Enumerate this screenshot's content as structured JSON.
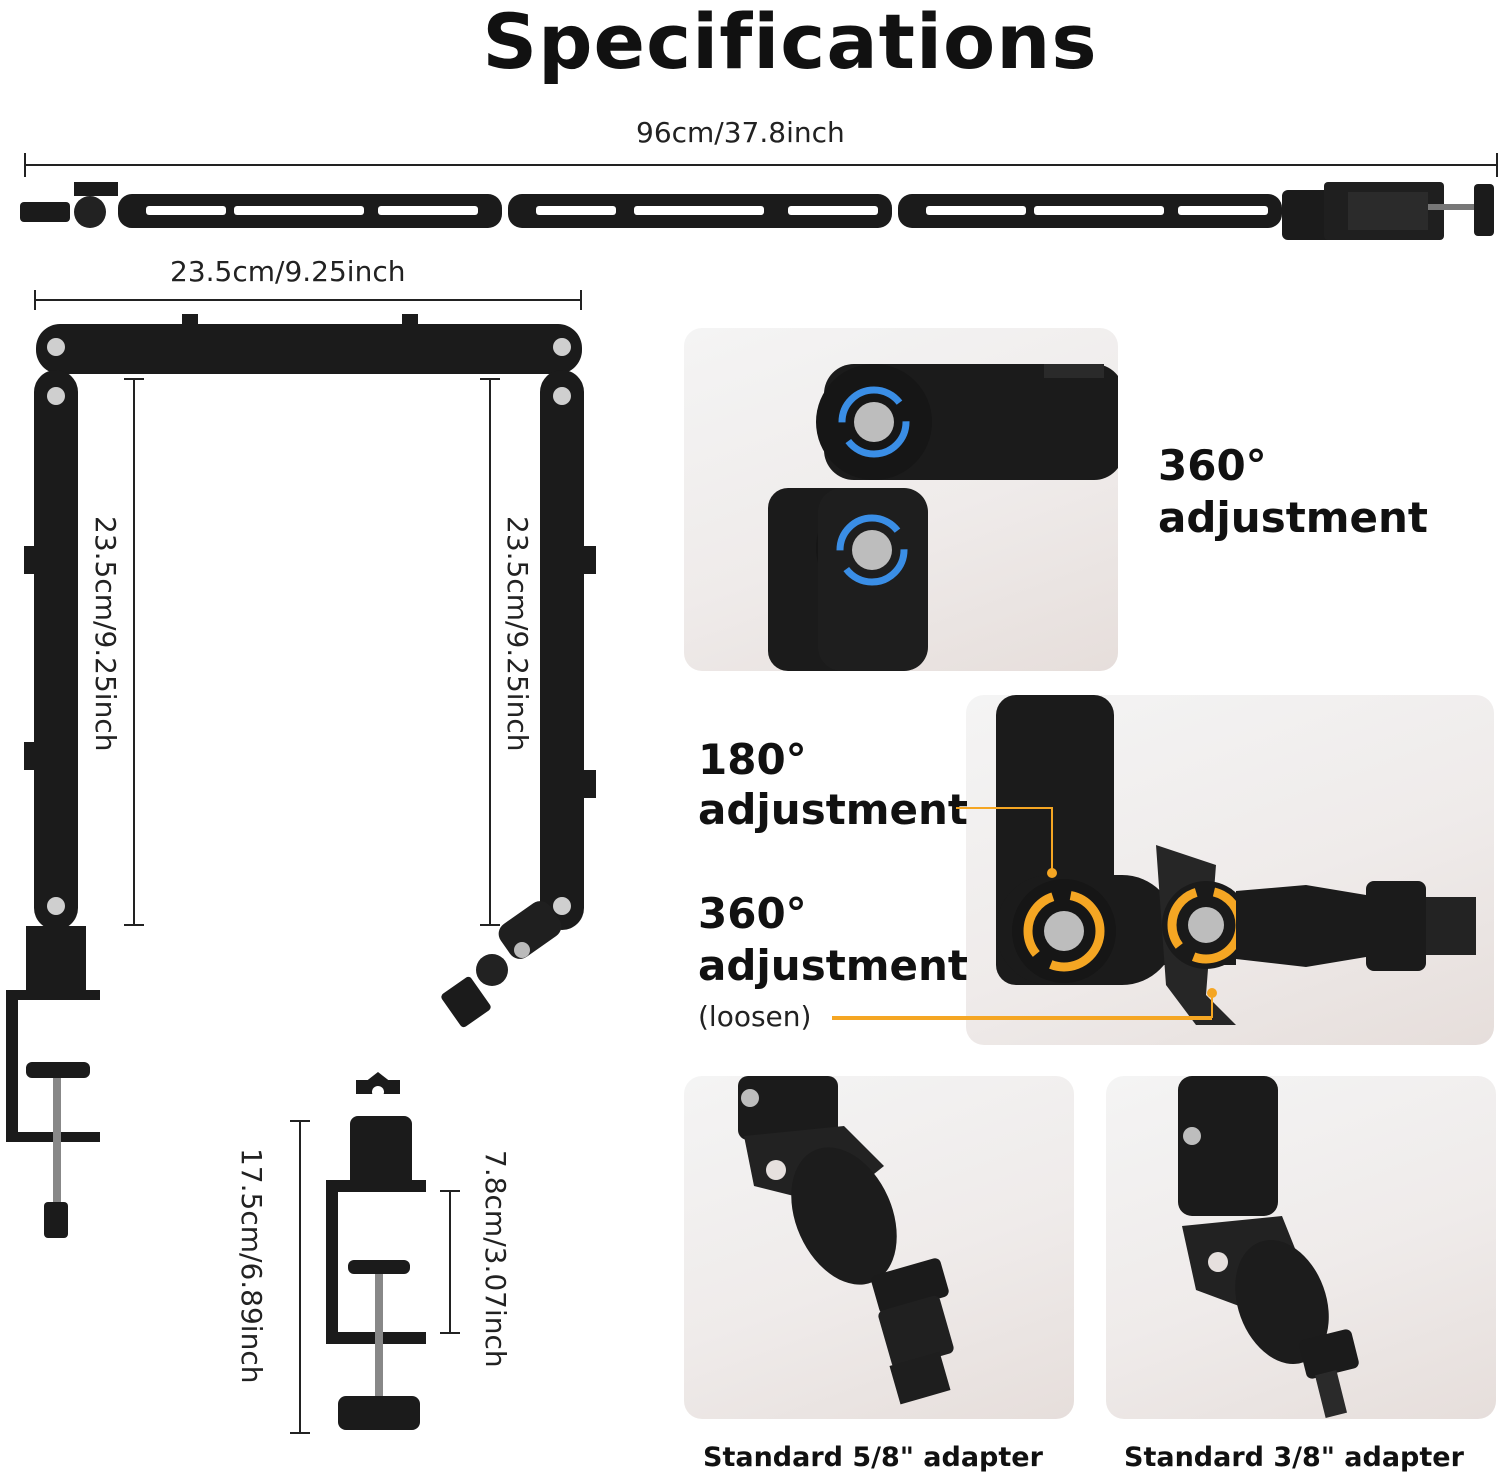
{
  "title": "Specifications",
  "dimensions": {
    "total_length": "96cm/37.8inch",
    "arm_width": "23.5cm/9.25inch",
    "arm_height_left": "23.5cm/9.25inch",
    "arm_height_right": "23.5cm/9.25inch",
    "clamp_height": "17.5cm/6.89inch",
    "clamp_opening": "7.8cm/3.07inch"
  },
  "features": {
    "top_right_line1": "360°",
    "top_right_line2": "adjustment",
    "mid_line1": "180°",
    "mid_line2": "adjustment",
    "mid2_line1": "360°",
    "mid2_line2": "adjustment",
    "loosen_note": "(loosen)"
  },
  "adapters": {
    "left": "Standard 5/8\" adapter",
    "right": "Standard 3/8\" adapter"
  },
  "colors": {
    "metal": "#1b1b1b",
    "accent_orange": "#f5a623",
    "accent_blue": "#3a8ee6"
  }
}
